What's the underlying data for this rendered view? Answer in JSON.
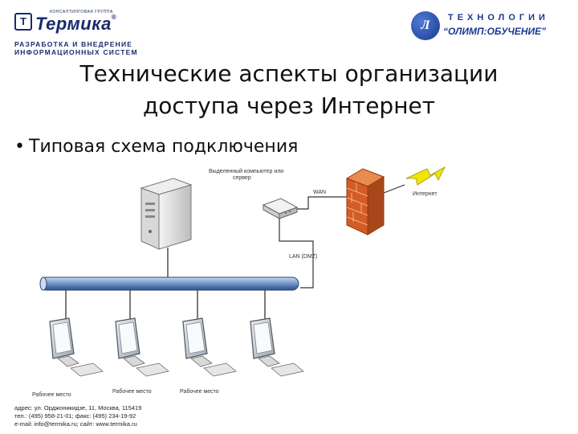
{
  "header": {
    "left_logo": {
      "mark": "T",
      "group": "КОНСАЛТИНГОВАЯ ГРУППА",
      "name": "Термика",
      "registered": "®",
      "tagline_line1": "РАЗРАБОТКА И ВНЕДРЕНИЕ",
      "tagline_line2": "ИНФОРМАЦИОННЫХ СИСТЕМ"
    },
    "right_logo": {
      "mark": "Л",
      "top": "ТЕХНОЛОГИИ",
      "bottom": "“ОЛИМП:ОБУЧЕНИЕ”"
    }
  },
  "title": {
    "line1": "Технические аспекты организации",
    "line2": "доступа через Интернет"
  },
  "bullet": "Типовая схема подключения",
  "diagram": {
    "server_label_line1": "Выделенный компьютер или",
    "server_label_line2": "сервер",
    "wan_label": "WAN",
    "internet_label": "Интернет",
    "lan_label": "LAN (DMZ)",
    "workstation_labels": [
      "Рабочее место",
      "Рабочее место",
      "Рабочее место"
    ],
    "colors": {
      "bus": "#4a6fa5",
      "firewall": "#d96a2b",
      "lightning": "#f2e600"
    }
  },
  "footer": {
    "line1": "адрес: ул. Орджоникидзе, 11, Москва, 115419",
    "line2": "тел.: (495) 958-21-01; факс: (495) 234-19-92",
    "line3": "e-mail: info@termika.ru;  сайт: www.termika.ru"
  }
}
